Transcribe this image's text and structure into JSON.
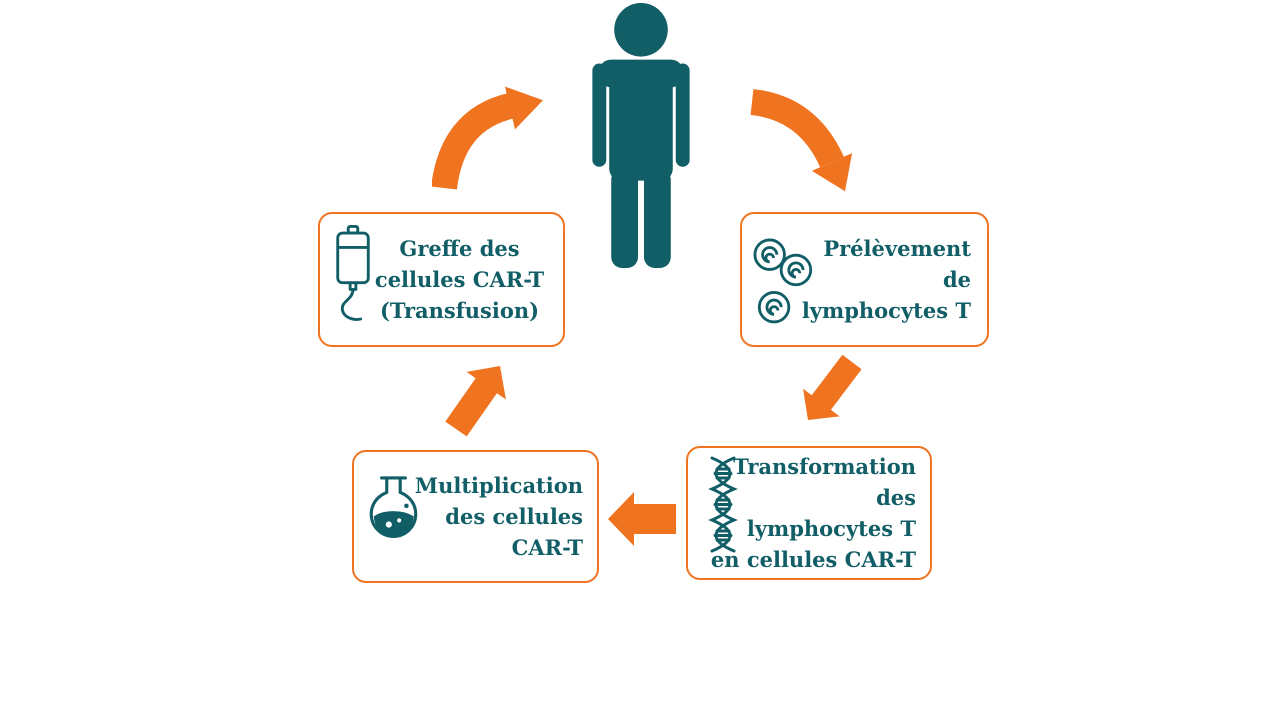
{
  "diagram": {
    "colors": {
      "teal": "#115e67",
      "orange": "#f0731f",
      "background": "#ffffff"
    },
    "boxes": [
      {
        "id": "prelevement",
        "icon": "lymphocytes-icon",
        "lines": [
          "Prélèvement",
          "de",
          "lymphocytes T"
        ]
      },
      {
        "id": "transformation",
        "icon": "dna-icon",
        "lines": [
          "Transformation",
          "des",
          "lymphocytes T",
          "en cellules CAR-T"
        ]
      },
      {
        "id": "multiplication",
        "icon": "flask-icon",
        "lines": [
          "Multiplication",
          "des cellules",
          "CAR-T"
        ]
      },
      {
        "id": "greffe",
        "icon": "iv-bag-icon",
        "lines": [
          "Greffe des",
          "cellules CAR-T",
          "(Transfusion)"
        ]
      }
    ],
    "arrows": [
      {
        "id": "person-to-prelevement"
      },
      {
        "id": "prelevement-to-transformation"
      },
      {
        "id": "transformation-to-multiplication"
      },
      {
        "id": "multiplication-to-greffe"
      },
      {
        "id": "greffe-to-person"
      }
    ]
  }
}
